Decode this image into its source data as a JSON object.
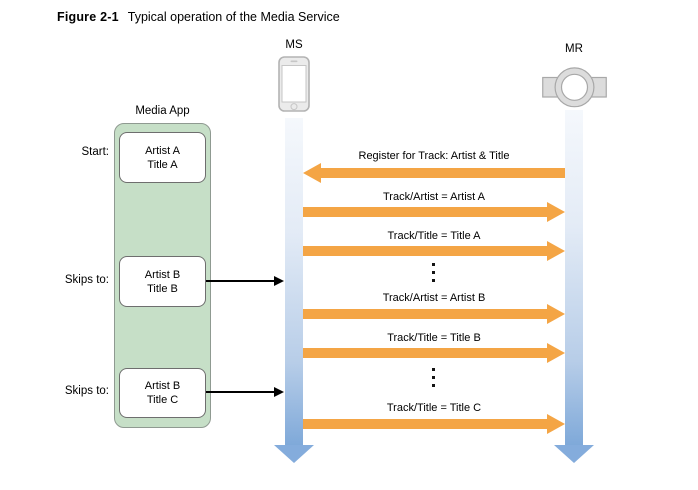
{
  "figure": {
    "label": "Figure 2-1",
    "caption": "Typical operation of the Media Service"
  },
  "media_app": {
    "title": "Media App",
    "rows": [
      {
        "state_label": "Start:",
        "artist": "Artist A",
        "title": "Title A"
      },
      {
        "state_label": "Skips to:",
        "artist": "Artist B",
        "title": "Title B"
      },
      {
        "state_label": "Skips to:",
        "artist": "Artist B",
        "title": "Title C"
      }
    ]
  },
  "lifelines": {
    "ms": {
      "label": "MS",
      "icon": "iphone-icon"
    },
    "mr": {
      "label": "MR",
      "icon": "media-remote-icon"
    }
  },
  "messages": [
    {
      "text": "Register for Track: Artist & Title",
      "direction": "left"
    },
    {
      "text": "Track/Artist = Artist A",
      "direction": "right"
    },
    {
      "text": "Track/Title = Title A",
      "direction": "right"
    },
    {
      "type": "ellipsis"
    },
    {
      "text": "Track/Artist = Artist B",
      "direction": "right"
    },
    {
      "text": "Track/Title = Title B",
      "direction": "right"
    },
    {
      "type": "ellipsis"
    },
    {
      "text": "Track/Title = Title C",
      "direction": "right"
    }
  ],
  "colors": {
    "message_arrow": "#f4a545",
    "timeline_bottom": "#7fa9d9",
    "app_box_fill": "#c6dfc7",
    "app_box_border": "#8f9a91"
  }
}
